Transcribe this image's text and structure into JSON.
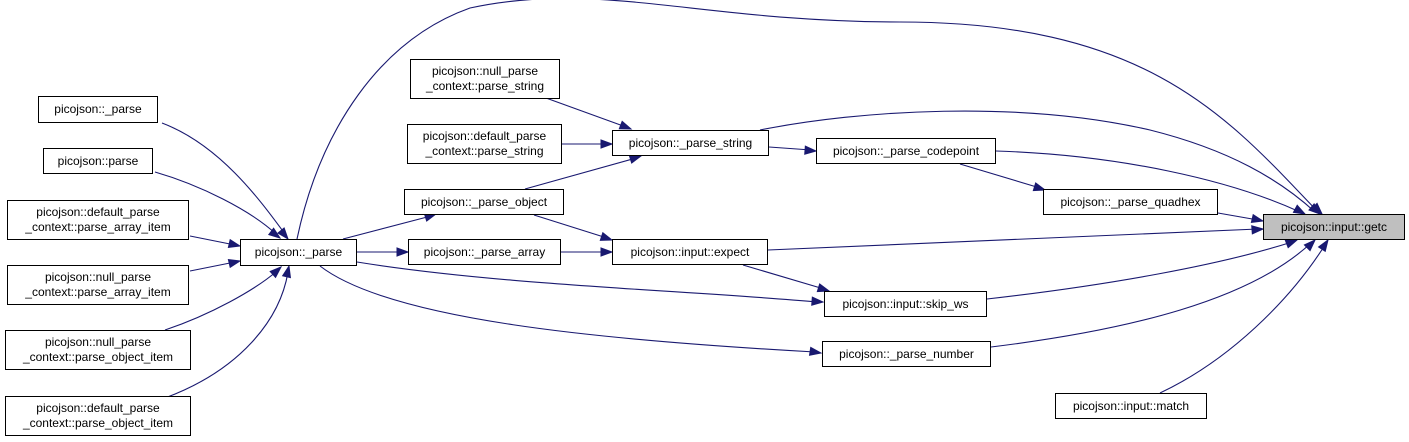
{
  "diagram": {
    "focus_node": "picojson::input::getc",
    "nodes": [
      {
        "id": "getc",
        "label": "picojson::input::getc"
      },
      {
        "id": "match",
        "label": "picojson::input::match"
      },
      {
        "id": "parse_number",
        "label": "picojson::_parse_number"
      },
      {
        "id": "skip_ws",
        "label": "picojson::input::skip_ws"
      },
      {
        "id": "expect",
        "label": "picojson::input::expect"
      },
      {
        "id": "parse_quadhex",
        "label": "picojson::_parse_quadhex"
      },
      {
        "id": "parse_codepoint",
        "label": "picojson::_parse_codepoint"
      },
      {
        "id": "_parse_string",
        "label": "picojson::_parse_string"
      },
      {
        "id": "_parse_object",
        "label": "picojson::_parse_object"
      },
      {
        "id": "_parse_array",
        "label": "picojson::_parse_array"
      },
      {
        "id": "_parse_main",
        "label": "picojson::_parse"
      },
      {
        "id": "null_parse_string",
        "label": "picojson::null_parse",
        "label2": "_context::parse_string"
      },
      {
        "id": "default_parse_string",
        "label": "picojson::default_parse",
        "label2": "_context::parse_string"
      },
      {
        "id": "left_parse",
        "label": "picojson::_parse"
      },
      {
        "id": "parse",
        "label": "picojson::parse"
      },
      {
        "id": "default_array_item",
        "label": "picojson::default_parse",
        "label2": "_context::parse_array_item"
      },
      {
        "id": "null_array_item",
        "label": "picojson::null_parse",
        "label2": "_context::parse_array_item"
      },
      {
        "id": "null_object_item",
        "label": "picojson::null_parse",
        "label2": "_context::parse_object_item"
      },
      {
        "id": "default_object_item",
        "label": "picojson::default_parse",
        "label2": "_context::parse_object_item"
      }
    ],
    "edges": [
      [
        "_parse_main",
        "getc"
      ],
      [
        "_parse_string",
        "getc"
      ],
      [
        "parse_codepoint",
        "getc"
      ],
      [
        "parse_quadhex",
        "getc"
      ],
      [
        "expect",
        "getc"
      ],
      [
        "skip_ws",
        "getc"
      ],
      [
        "parse_number",
        "getc"
      ],
      [
        "match",
        "getc"
      ],
      [
        "_parse_main",
        "parse_number"
      ],
      [
        "_parse_main",
        "skip_ws"
      ],
      [
        "expect",
        "skip_ws"
      ],
      [
        "_parse_object",
        "expect"
      ],
      [
        "_parse_array",
        "expect"
      ],
      [
        "parse_codepoint",
        "parse_quadhex"
      ],
      [
        "_parse_string",
        "parse_codepoint"
      ],
      [
        "null_parse_string",
        "_parse_string"
      ],
      [
        "default_parse_string",
        "_parse_string"
      ],
      [
        "_parse_object",
        "_parse_string"
      ],
      [
        "_parse_main",
        "_parse_object"
      ],
      [
        "_parse_main",
        "_parse_array"
      ],
      [
        "left_parse",
        "_parse_main"
      ],
      [
        "parse",
        "_parse_main"
      ],
      [
        "default_array_item",
        "_parse_main"
      ],
      [
        "null_array_item",
        "_parse_main"
      ],
      [
        "null_object_item",
        "_parse_main"
      ],
      [
        "default_object_item",
        "_parse_main"
      ]
    ]
  }
}
